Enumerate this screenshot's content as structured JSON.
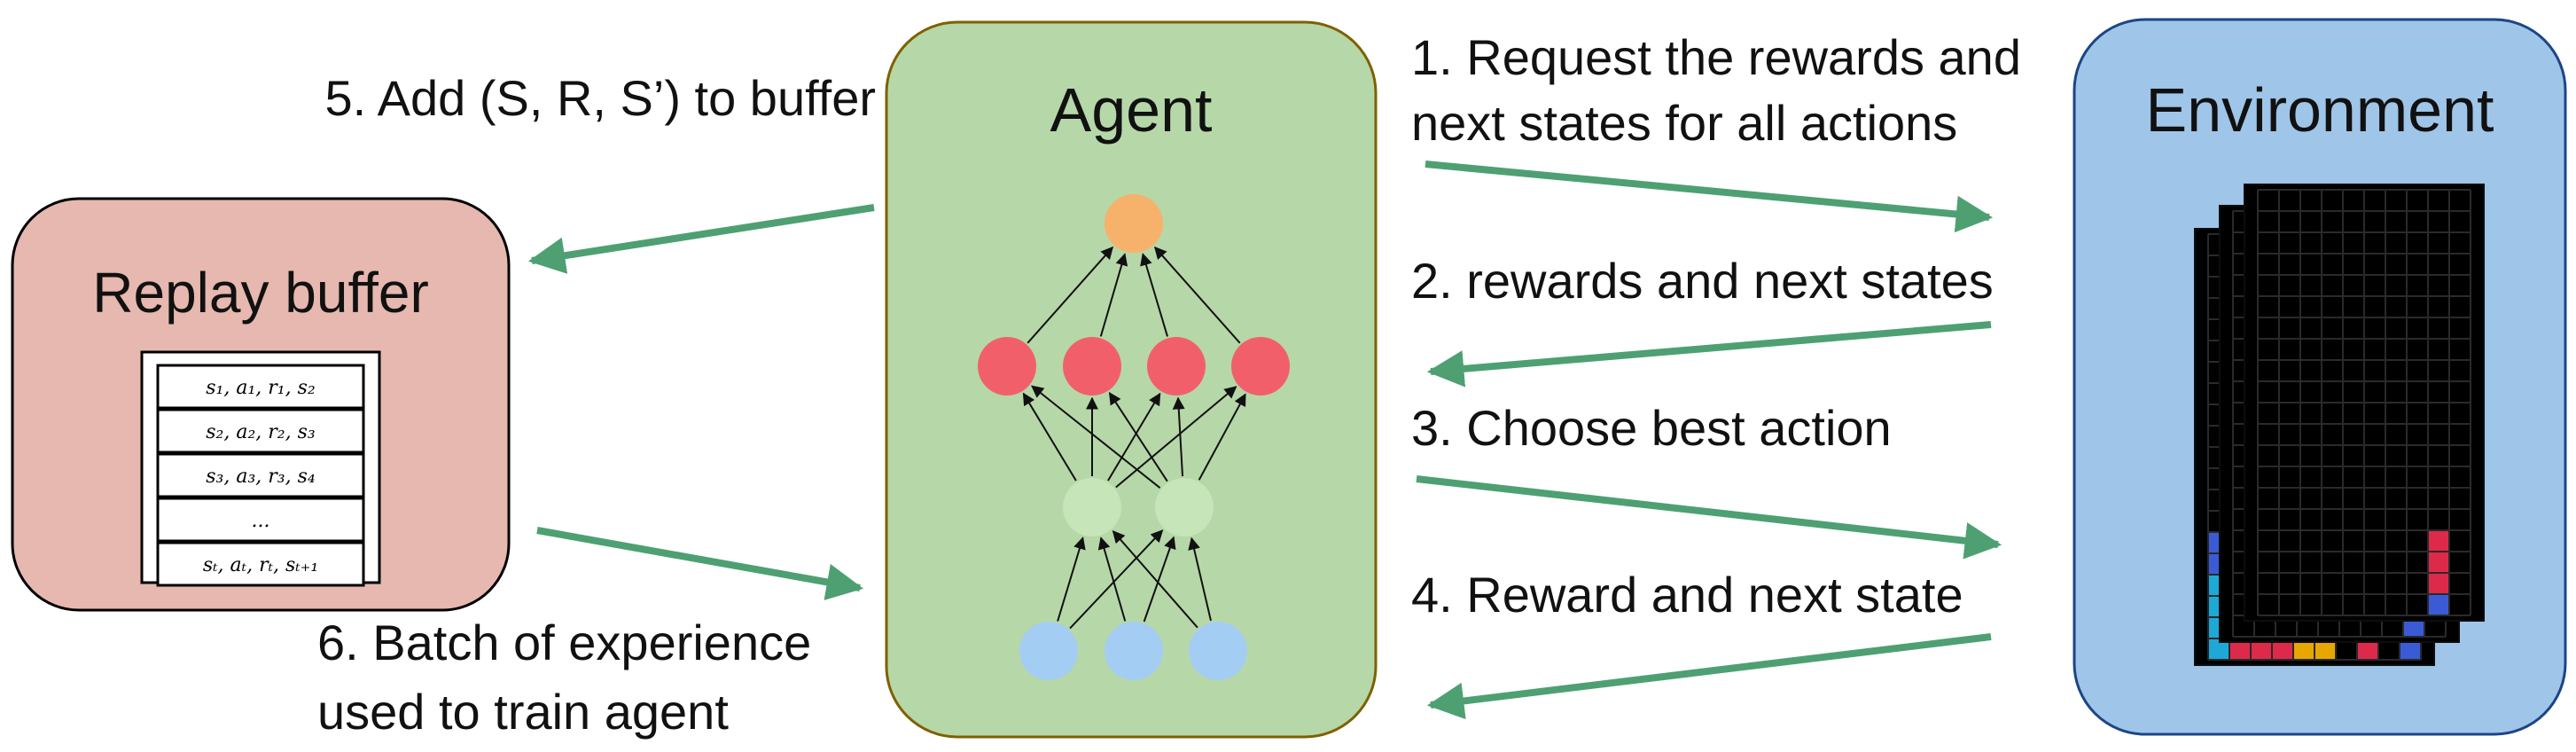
{
  "agent": {
    "title": "Agent"
  },
  "environment": {
    "title": "Environment"
  },
  "replay_buffer": {
    "title": "Replay buffer",
    "rows": [
      "s₁, a₁, r₁, s₂",
      "s₂, a₂, r₂, s₃",
      "s₃, a₃, r₃, s₄",
      "...",
      "sₜ, aₜ, rₜ, sₜ₊₁"
    ]
  },
  "steps": {
    "step1_line1": "1. Request the rewards and",
    "step1_line2": "next states for all actions",
    "step2": "2. rewards and next states",
    "step3": "3. Choose best action",
    "step4": "4. Reward and next state",
    "step5": "5. Add (S, R, S’) to buffer",
    "step6_line1": "6. Batch of experience",
    "step6_line2": "used to train agent"
  },
  "colors": {
    "agent_fill": "#b6d7a8",
    "agent_stroke": "#7f6000",
    "env_fill": "#9fc5e8",
    "env_stroke": "#1c4587",
    "buffer_fill": "#e6b8af",
    "buffer_stroke": "#000000",
    "arrow": "#4ea072",
    "output_node": "#f6b26b",
    "hidden2_node": "#f1606a",
    "hidden1_node": "#c6e5b9",
    "input_node": "#a4cdf4"
  },
  "network": {
    "layers": [
      3,
      2,
      4,
      1
    ]
  },
  "tetris": {
    "board_count": 3
  }
}
